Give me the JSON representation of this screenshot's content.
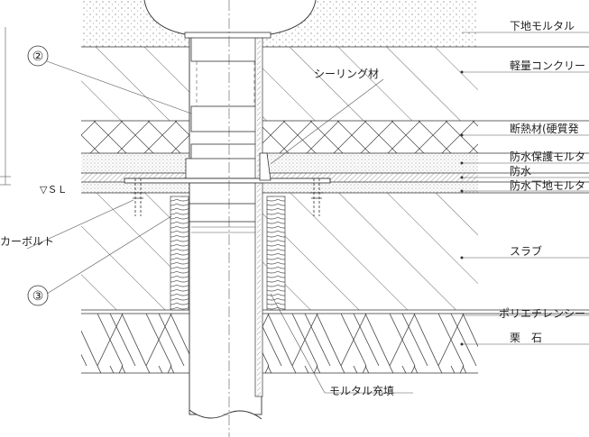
{
  "labels": {
    "base_mortar": "下地モルタル",
    "lightweight_concrete": "軽量コンクリー",
    "insulation": "断熱材(硬質発",
    "protective_mortar": "防水保護モルタ",
    "waterproofing": "防水",
    "waterproof_base_mortar": "防水下地モルタ",
    "slab": "スラブ",
    "polyethylene_sheet": "ポリエチレンシー",
    "gravel": "栗　石",
    "sealing": "シーリング材",
    "anchor_bolt": "カーボルト",
    "mortar_fill": "モルタル充填",
    "sl_mark": "▽ＳＬ",
    "callout_2": "②",
    "callout_3": "③"
  },
  "colors": {
    "line": "#333333",
    "background": "#ffffff"
  }
}
